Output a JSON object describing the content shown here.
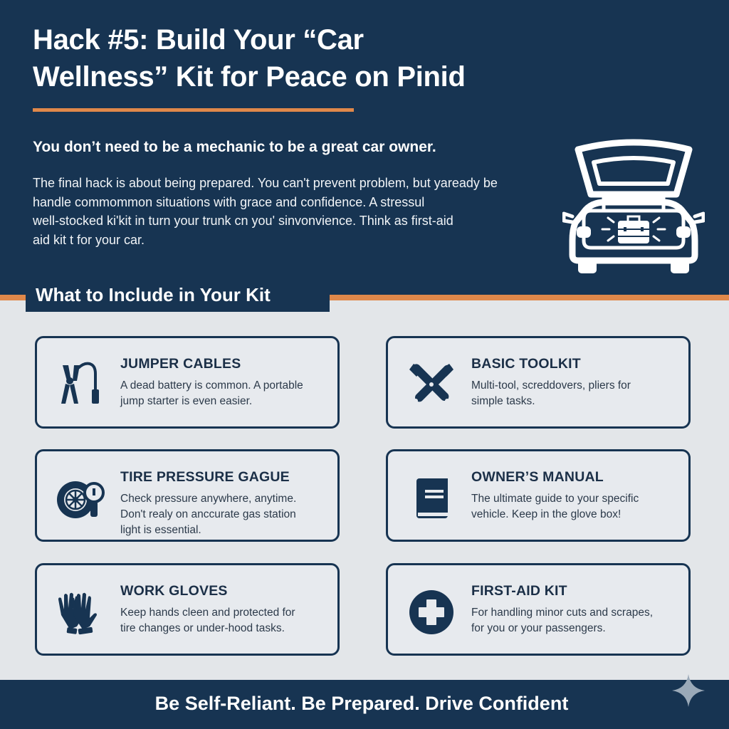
{
  "hero": {
    "title_line1": "Hack #5: Build Your “Car",
    "title_line2": "Wellness” Kit for Peace on Pinid",
    "subtitle": "You don’t need to be a mechanic to be a great car owner.",
    "intro_lines": [
      "The final hack is about being prepared. You can't prevent problem, but yaready be",
      "handle commommon situations with grace and confidence. A stressul",
      "well-stocked ki'kit in turn your trunk cn you' sinvonvience. Think as first-aid",
      "aid kit t for your car."
    ],
    "illustration_icon": "car-trunk-toolbox-icon"
  },
  "section": {
    "title": "What to Include in Your Kit"
  },
  "cards": [
    {
      "title": "JUMPER CABLES",
      "desc_lines": [
        "A dead battery is common. A portable",
        "jump starter is even easier."
      ],
      "icon": "jumper-cables-icon"
    },
    {
      "title": "BASIC TOOLKIT",
      "desc_lines": [
        "Multi-tool, screddovers, pliers for",
        "simple tasks."
      ],
      "icon": "crossed-wrenches-icon"
    },
    {
      "title": "TIRE PRESSURE GAGUE",
      "desc_lines": [
        "Check pressure anywhere, anytime.",
        "Don't realy on anccurate gas station",
        " light is essential."
      ],
      "icon": "tire-gauge-icon"
    },
    {
      "title": "OWNER’S MANUAL",
      "desc_lines": [
        "The ultimate guide to your specific",
        "vehicle. Keep in the glove box!"
      ],
      "icon": "book-icon"
    },
    {
      "title": "WORK GLOVES",
      "desc_lines": [
        "Keep hands cleen and protected for",
        "tire changes or under-hood tasks."
      ],
      "icon": "gloves-icon"
    },
    {
      "title": "FIRST-AID KIT",
      "desc_lines": [
        "For handling minor cuts and scrapes,",
        "for you or your passengers."
      ],
      "icon": "first-aid-cross-icon"
    }
  ],
  "footer": {
    "tagline": "Be Self-Reliant. Be Prepared. Drive Confident",
    "corner_icon": "sparkle-icon"
  },
  "colors": {
    "navy": "#173452",
    "orange": "#e0884a",
    "background": "#e3e6e9",
    "card_background": "#e7eaee",
    "text_dark": "#1b2f47"
  }
}
